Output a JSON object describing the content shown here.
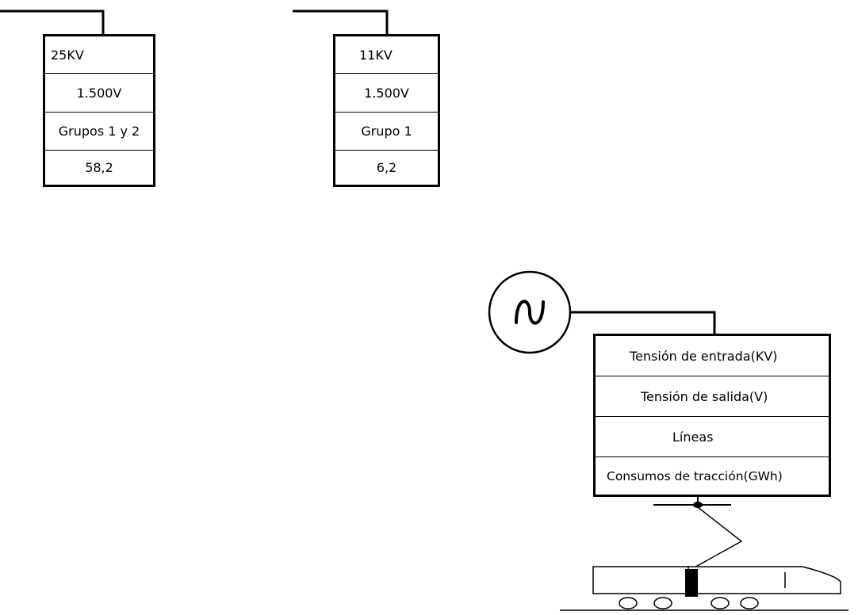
{
  "substations": [
    {
      "rows": [
        "25KV",
        "1.500V",
        "Grupos 1 y 2",
        "58,2"
      ]
    },
    {
      "rows": [
        "11KV",
        "1.500V",
        "Grupo 1",
        "6,2"
      ]
    }
  ],
  "legend": {
    "rows": [
      "Tensión de entrada(KV)",
      "Tensión de salida(V)",
      "Líneas",
      "Consumos de tracción(GWh)"
    ]
  },
  "icons": [
    "ac-source-icon",
    "pantograph-icon",
    "train-icon"
  ],
  "colors": {
    "line": "#000000",
    "background": "#ffffff"
  }
}
